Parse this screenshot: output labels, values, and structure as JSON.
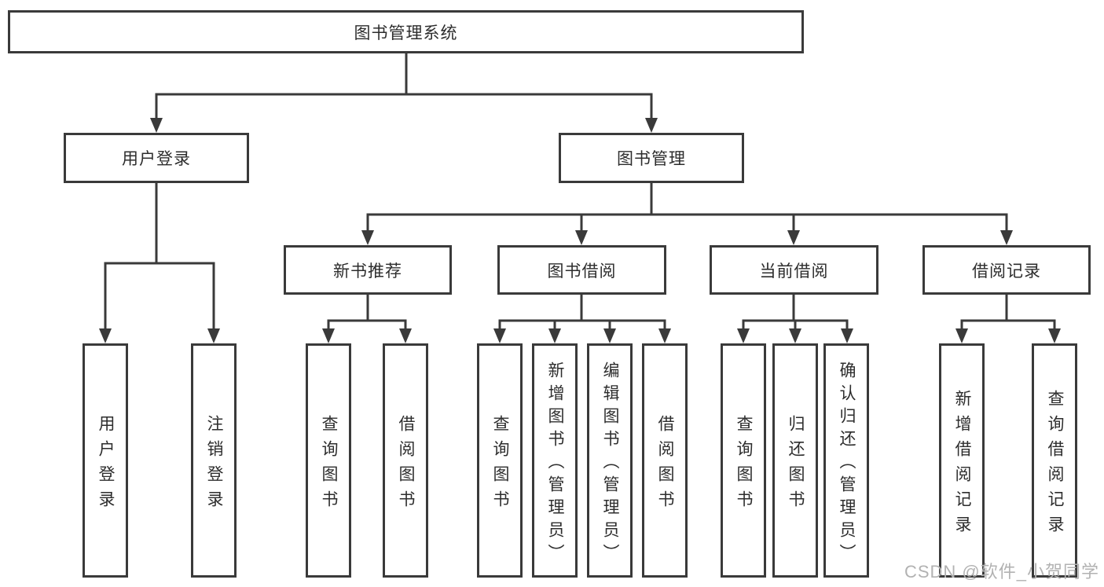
{
  "tree": {
    "root": {
      "label": "图书管理系统",
      "children": [
        {
          "label": "用户登录",
          "children": [
            {
              "label": "用户登录"
            },
            {
              "label": "注销登录"
            }
          ]
        },
        {
          "label": "图书管理",
          "children": [
            {
              "label": "新书推荐",
              "children": [
                {
                  "label": "查询图书"
                },
                {
                  "label": "借阅图书"
                }
              ]
            },
            {
              "label": "图书借阅",
              "children": [
                {
                  "label": "查询图书"
                },
                {
                  "label": "新增图书（管理员）"
                },
                {
                  "label": "编辑图书（管理员）"
                },
                {
                  "label": "借阅图书"
                }
              ]
            },
            {
              "label": "当前借阅",
              "children": [
                {
                  "label": "查询图书"
                },
                {
                  "label": "归还图书"
                },
                {
                  "label": "确认归还（管理员）"
                }
              ]
            },
            {
              "label": "借阅记录",
              "children": [
                {
                  "label": "新增借阅记录"
                },
                {
                  "label": "查询借阅记录"
                }
              ]
            }
          ]
        }
      ]
    }
  },
  "watermark": {
    "text": "CSDN @软件_小贺同学"
  },
  "colors": {
    "line": "#3a3a3a",
    "border": "#3a3a3a",
    "text": "#2d2d2d",
    "watermark": "#b2b2b2",
    "background": "#ffffff"
  }
}
